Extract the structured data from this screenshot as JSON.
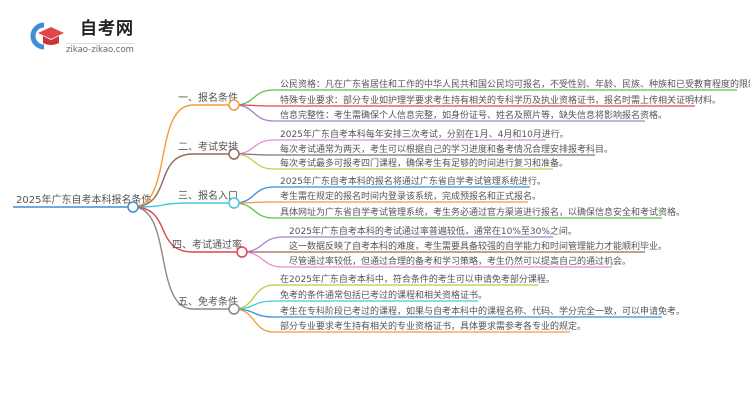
{
  "logo": {
    "title": "自考网",
    "url": "zikao-zikao.com"
  },
  "root": {
    "label": "2025年广东自考本科报名条件"
  },
  "branches": [
    {
      "label": "一、报名条件",
      "color": "#f59a3c",
      "leaves": [
        {
          "text": "公民资格：凡在广东省居住和工作的中华人民共和国公民均可报名，不受性别、年龄、民族、种族和已受教育程度的限制。",
          "color": "#5cbf4a"
        },
        {
          "text": "特殊专业要求：部分专业如护理学要求考生持有相关的专科学历及执业资格证书，报名时需上传相关证明材料。",
          "color": "#e0474a"
        },
        {
          "text": "信息完整性：考生需确保个人信息完整，如身份证号、姓名及照片等，缺失信息将影响报名资格。",
          "color": "#a77fd4"
        }
      ]
    },
    {
      "label": "二、考试安排",
      "color": "#8f6b5c",
      "leaves": [
        {
          "text": "2025年广东自考本科每年安排三次考试，分别在1月、4月和10月进行。",
          "color": "#e98bd3"
        },
        {
          "text": "每次考试通常为两天，考生可以根据自己的学习进度和备考情况合理安排报考科目。",
          "color": "#777777"
        },
        {
          "text": "每次考试最多可报考四门课程，确保考生有足够的时间进行复习和准备。",
          "color": "#c8cc4a"
        }
      ]
    },
    {
      "label": "三、报名入口",
      "color": "#45c7e0",
      "leaves": [
        {
          "text": "2025年广东自考本科的报名将通过广东省自学考试管理系统进行。",
          "color": "#3f8fd1"
        },
        {
          "text": "考生需在规定的报名时间内登录该系统，完成预报名和正式报名。",
          "color": "#f6973e"
        },
        {
          "text": "具体网址为广东省自学考试管理系统，考生务必通过官方渠道进行报名，以确保信息安全和考试资格。",
          "color": "#5cbf4a"
        }
      ]
    },
    {
      "label": "四、考试通过率",
      "color": "#e0474a",
      "leaves": [
        {
          "text": "2025年广东自考本科的考试通过率普遍较低，通常在10%至30%之间。",
          "color": "#a77fd4"
        },
        {
          "text": "这一数据反映了自考本科的难度，考生需要具备较强的自学能力和时间管理能力才能顺利毕业。",
          "color": "#a9605a"
        },
        {
          "text": "尽管通过率较低，但通过合理的备考和学习策略，考生仍然可以提高自己的通过机会。",
          "color": "#e98bd3"
        }
      ]
    },
    {
      "label": "五、免考条件",
      "color": "#8a8a8a",
      "leaves": [
        {
          "text": "在2025年广东自考本科中，符合条件的考生可以申请免考部分课程。",
          "color": "#c3c63e"
        },
        {
          "text": "免考的条件通常包括已考过的课程和相关资格证书。",
          "color": "#45c7e0"
        },
        {
          "text": "考生在专科阶段已考过的课程，如果与自考本科中的课程名称、代码、学分完全一致，可以申请免考。",
          "color": "#3f8fd1"
        },
        {
          "text": "部分专业要求考生持有相关的专业资格证书，具体要求需参考各专业的规定。",
          "color": "#f6973e"
        }
      ]
    }
  ]
}
